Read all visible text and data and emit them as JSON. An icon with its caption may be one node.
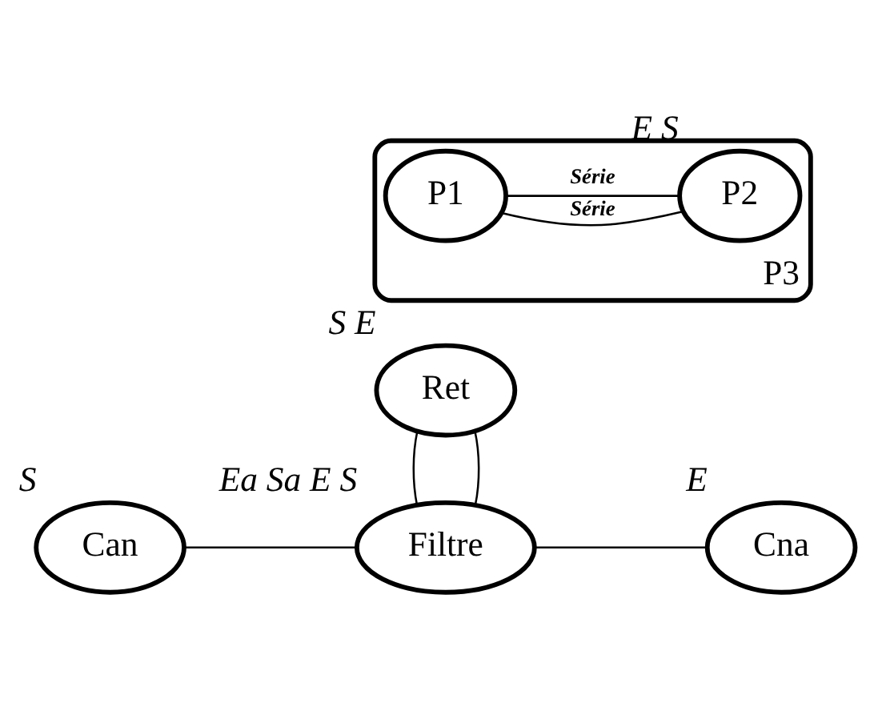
{
  "diagram": {
    "nodes": [
      {
        "text": [
          "P3"
        ]
      },
      {
        "text": [
          "P1"
        ],
        "in": 0
      },
      {
        "text": [
          "P2"
        ],
        "in": 0,
        "beside": [
          "E",
          "S"
        ]
      },
      {
        "text": [
          "Ret"
        ],
        "beside": [
          "S",
          "E"
        ]
      },
      {
        "text": [
          "Can"
        ],
        "beside": [
          "S"
        ]
      },
      {
        "text": [
          "Filtre"
        ],
        "beside": [
          "Ea",
          "Sa",
          "E",
          "S"
        ]
      },
      {
        "text": [
          "Cna"
        ],
        "beside": [
          "E"
        ]
      }
    ],
    "edges": [
      {
        "from": 1,
        "to": 2,
        "arrow": "none",
        "label": "Série"
      },
      {
        "from": 1,
        "to": 2,
        "arrow": "none",
        "label": "Série"
      },
      {
        "from": 3,
        "to": 5,
        "arrow": "none"
      },
      {
        "from": 3,
        "to": 5,
        "arrow": "none"
      },
      {
        "from": 4,
        "to": 5,
        "arrow": "none"
      },
      {
        "from": 5,
        "to": 6,
        "arrow": "none"
      }
    ]
  }
}
